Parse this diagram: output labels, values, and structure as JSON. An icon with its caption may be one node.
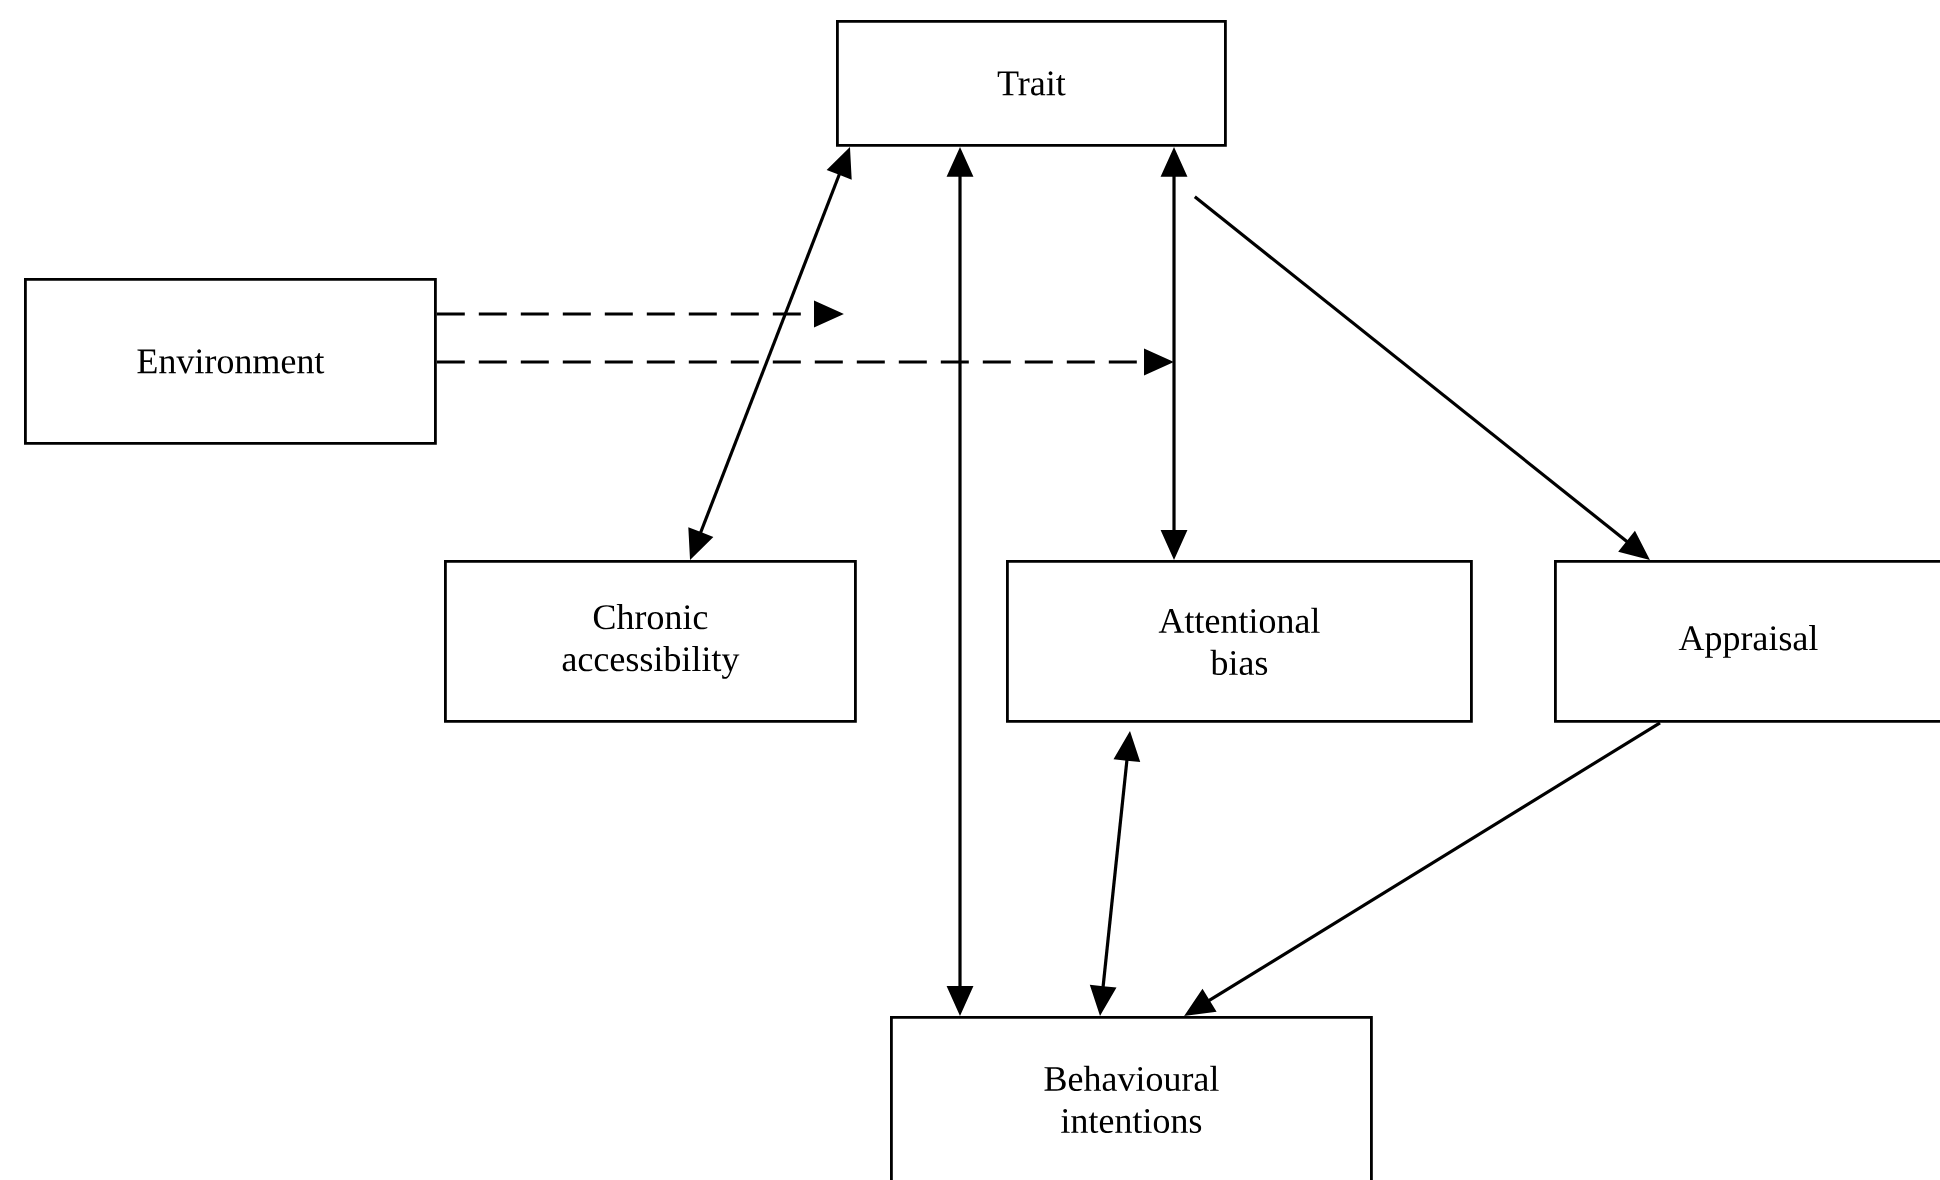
{
  "diagram": {
    "nodes": [
      {
        "text": [
          "Trait"
        ]
      },
      {
        "text": [
          "Environment"
        ]
      },
      {
        "text": [
          "Chronic accessibility"
        ]
      },
      {
        "text": [
          "Attentional bias"
        ]
      },
      {
        "text": [
          "Appraisal"
        ]
      },
      {
        "text": [
          "Behavioural intentions"
        ]
      }
    ],
    "edges": [
      {
        "from": 0,
        "to": 2,
        "arrow": "both"
      },
      {
        "from": 0,
        "to": 5,
        "arrow": "both"
      },
      {
        "from": 0,
        "to": 3,
        "arrow": "both"
      },
      {
        "from": 0,
        "to": 4,
        "arrow": "to"
      },
      {
        "from": 4,
        "to": 5,
        "arrow": "to"
      },
      {
        "from": 3,
        "to": 5,
        "arrow": "both"
      },
      {
        "from": 1,
        "to": null,
        "arrow": "to",
        "style": "dashed"
      },
      {
        "from": 1,
        "to": null,
        "arrow": "to",
        "style": "dashed"
      }
    ]
  }
}
